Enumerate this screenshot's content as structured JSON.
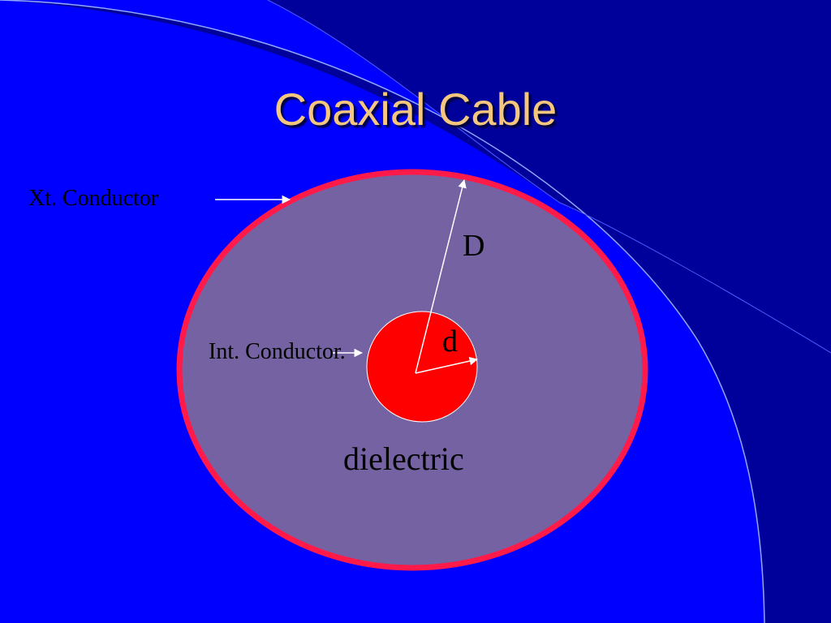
{
  "slide": {
    "title": "Coaxial Cable"
  },
  "diagram": {
    "outer_label": "Xt. Conductor",
    "inner_label": "Int. Conductor.",
    "outer_dimension": "D",
    "inner_dimension": "d",
    "region_label": "dielectric"
  },
  "colors": {
    "background": "#0000ff",
    "background_dark": "#00009a",
    "title": "#f5c77e",
    "outer_conductor": "#ff1a4a",
    "dielectric": "#7462a2",
    "inner_conductor": "#ff0000",
    "arrows": "#ffffff"
  }
}
